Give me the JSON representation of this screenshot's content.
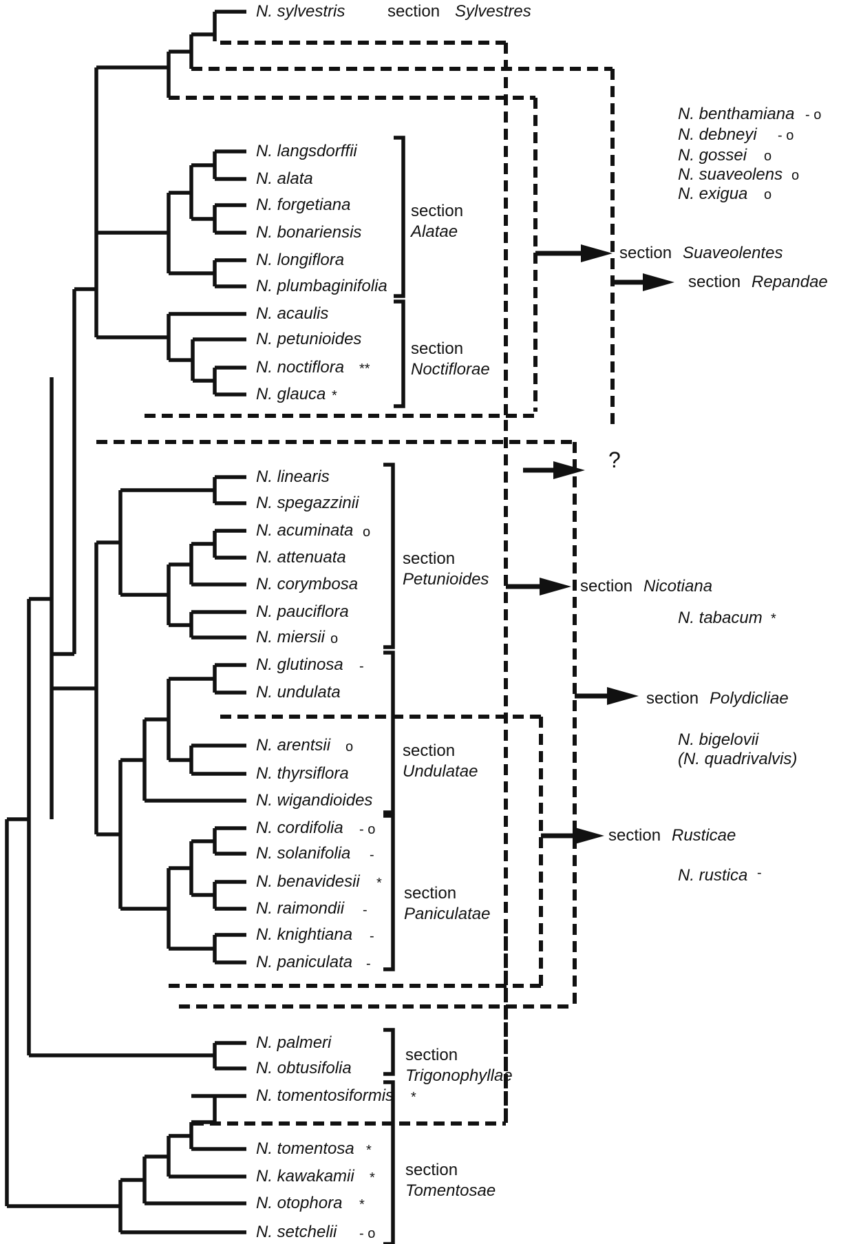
{
  "species": [
    {
      "id": "sylvestris",
      "name": "N. sylvestris",
      "mark": ""
    },
    {
      "id": "langsdorffii",
      "name": "N. langsdorffii",
      "mark": ""
    },
    {
      "id": "alata",
      "name": "N. alata",
      "mark": ""
    },
    {
      "id": "forgetiana",
      "name": "N. forgetiana",
      "mark": ""
    },
    {
      "id": "bonariensis",
      "name": "N. bonariensis",
      "mark": ""
    },
    {
      "id": "longiflora",
      "name": "N. longiflora",
      "mark": ""
    },
    {
      "id": "plumbaginifolia",
      "name": "N. plumbaginifolia",
      "mark": ""
    },
    {
      "id": "acaulis",
      "name": "N. acaulis",
      "mark": ""
    },
    {
      "id": "petunioides",
      "name": "N. petunioides",
      "mark": ""
    },
    {
      "id": "noctiflora",
      "name": "N. noctiflora",
      "mark": "**"
    },
    {
      "id": "glauca",
      "name": "N. glauca",
      "mark": "*"
    },
    {
      "id": "linearis",
      "name": "N. linearis",
      "mark": ""
    },
    {
      "id": "spegazzinii",
      "name": "N. spegazzinii",
      "mark": ""
    },
    {
      "id": "acuminata",
      "name": "N. acuminata",
      "mark": "o"
    },
    {
      "id": "attenuata",
      "name": "N. attenuata",
      "mark": ""
    },
    {
      "id": "corymbosa",
      "name": "N. corymbosa",
      "mark": ""
    },
    {
      "id": "pauciflora",
      "name": "N. pauciflora",
      "mark": ""
    },
    {
      "id": "miersii",
      "name": "N. miersii",
      "mark": "o"
    },
    {
      "id": "glutinosa",
      "name": "N. glutinosa",
      "mark": "-"
    },
    {
      "id": "undulata",
      "name": "N. undulata",
      "mark": ""
    },
    {
      "id": "arentsii",
      "name": "N. arentsii",
      "mark": "o"
    },
    {
      "id": "thyrsiflora",
      "name": "N. thyrsiflora",
      "mark": ""
    },
    {
      "id": "wigandioides",
      "name": "N. wigandioides",
      "mark": ""
    },
    {
      "id": "cordifolia",
      "name": "N. cordifolia",
      "mark": "- o"
    },
    {
      "id": "solanifolia",
      "name": "N. solanifolia",
      "mark": "-"
    },
    {
      "id": "benavidesii",
      "name": "N. benavidesii",
      "mark": "*"
    },
    {
      "id": "raimondii",
      "name": "N. raimondii",
      "mark": "-"
    },
    {
      "id": "knightiana",
      "name": "N. knightiana",
      "mark": "-"
    },
    {
      "id": "paniculata",
      "name": "N. paniculata",
      "mark": "-"
    },
    {
      "id": "palmeri",
      "name": "N. palmeri",
      "mark": ""
    },
    {
      "id": "obtusifolia",
      "name": "N. obtusifolia",
      "mark": ""
    },
    {
      "id": "tomentosiformis",
      "name": "N. tomentosiformis",
      "mark": "*"
    },
    {
      "id": "tomentosa",
      "name": "N. tomentosa",
      "mark": "*"
    },
    {
      "id": "kawakamii",
      "name": "N. kawakamii",
      "mark": "*"
    },
    {
      "id": "otophora",
      "name": "N. otophora",
      "mark": "*"
    },
    {
      "id": "setchelii",
      "name": "N. setchelii",
      "mark": "- o"
    }
  ],
  "sections": {
    "sylvestres": {
      "word": "section",
      "name": "Sylvestres"
    },
    "alatae": {
      "word": "section",
      "name": "Alatae"
    },
    "noctiflorae": {
      "word": "section",
      "name": "Noctiflorae"
    },
    "petunioides": {
      "word": "section",
      "name": "Petunioides"
    },
    "undulatae": {
      "word": "section",
      "name": "Undulatae"
    },
    "paniculatae": {
      "word": "section",
      "name": "Paniculatae"
    },
    "trigonophyllae": {
      "word": "section",
      "name": "Trigonophyllae"
    },
    "tomentosae": {
      "word": "section",
      "name": "Tomentosae"
    }
  },
  "hybrid_sections": {
    "suaveolentes": {
      "word": "section",
      "name": "Suaveolentes"
    },
    "repandae": {
      "word": "section",
      "name": "Repandae"
    },
    "nicotiana": {
      "word": "section",
      "name": "Nicotiana"
    },
    "polydicliae": {
      "word": "section",
      "name": "Polydicliae"
    },
    "rusticae": {
      "word": "section",
      "name": "Rusticae"
    },
    "unknown": {
      "name": "?"
    }
  },
  "allopolyploids": {
    "suaveolentes": [
      {
        "name": "N. benthamiana",
        "mark": "- o"
      },
      {
        "name": "N. debneyi",
        "mark": "- o"
      },
      {
        "name": "N. gossei",
        "mark": "o"
      },
      {
        "name": "N. suaveolens",
        "mark": "o"
      },
      {
        "name": "N. exigua",
        "mark": "o"
      }
    ],
    "nicotiana": {
      "name": "N. tabacum",
      "mark": "*"
    },
    "polydicliae": {
      "line1": "N. bigelovii",
      "line2": "(N. quadrivalvis)"
    },
    "rusticae": {
      "name": "N. rustica",
      "mark": "-"
    }
  }
}
